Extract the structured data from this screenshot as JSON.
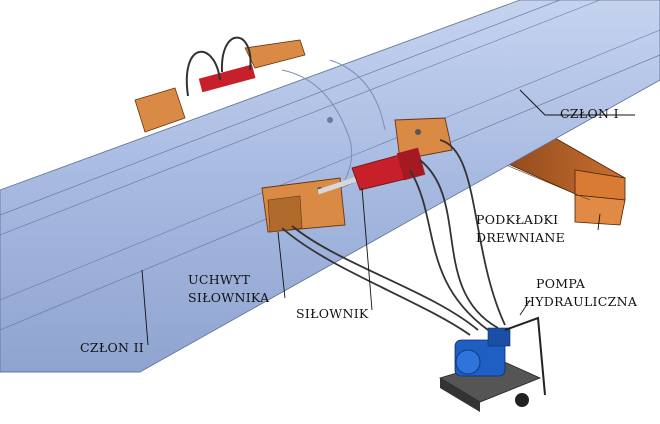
{
  "figure": {
    "labels": {
      "czlon_1": "CZŁON I",
      "czlon_2": "CZŁON II",
      "podkladki_line1": "PODKŁADKI",
      "podkladki_line2": "DREWNIANE",
      "uchwyt_line1": "UCHWYT",
      "uchwyt_line2": "SIŁOWNIKA",
      "silownik": "SIŁOWNIK",
      "pompa_line1": "POMPA",
      "pompa_line2": "HYDRAULICZNA"
    },
    "colors": {
      "pole": "#a9bde3",
      "pole_dark": "#8ea3cf",
      "bracket": "#d98a45",
      "cylinder": "#c8202a",
      "wood": "#c0652c",
      "motor": "#1f5fc4",
      "hose": "#333333"
    }
  }
}
